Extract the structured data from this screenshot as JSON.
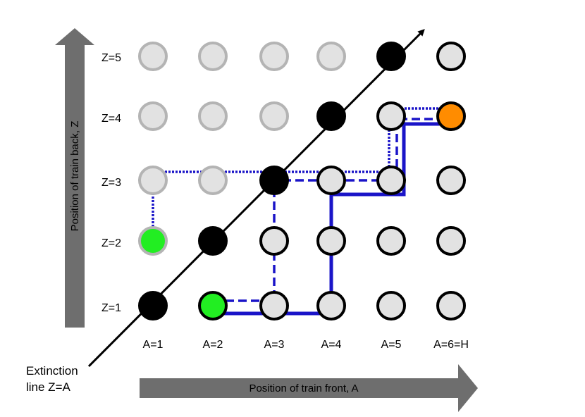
{
  "diagram": {
    "columns": [
      "A=1",
      "A=2",
      "A=3",
      "A=4",
      "A=5",
      "A=6=H"
    ],
    "rows": [
      "Z=1",
      "Z=2",
      "Z=3",
      "Z=4",
      "Z=5"
    ],
    "vertical_axis_label": "Position of train back, Z",
    "horizontal_axis_label": "Position of train front, A",
    "extinction_label_line1": "Extinction",
    "extinction_label_line2": "line Z=A",
    "colors": {
      "node_fill": "#e2e2e2",
      "node_stroke_active": "#000000",
      "node_stroke_inactive": "#b4b4b4",
      "diagonal_node": "#000000",
      "start_node": "#22ee22",
      "end_node": "#ff8c00",
      "path_blue": "#1a14c8",
      "axis_arrow": "#6e6e6e"
    },
    "path_styles": {
      "solid": "solid",
      "dashed": "dashed",
      "dotted": "dotted"
    }
  }
}
